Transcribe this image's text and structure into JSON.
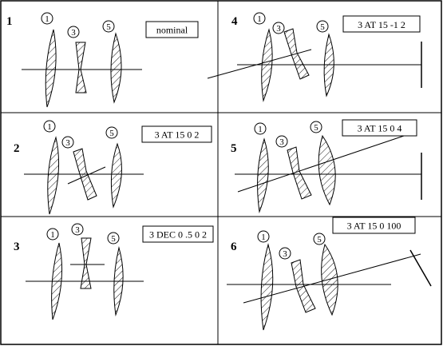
{
  "panels": [
    {
      "number": "1",
      "label": "nominal",
      "elements": [
        {
          "id": "1"
        },
        {
          "id": "3"
        },
        {
          "id": "5"
        }
      ]
    },
    {
      "number": "2",
      "label": "3 AT 15 0 2",
      "elements": [
        {
          "id": "1"
        },
        {
          "id": "3"
        },
        {
          "id": "5"
        }
      ]
    },
    {
      "number": "3",
      "label": "3 DEC 0 .5 0 2",
      "elements": [
        {
          "id": "1"
        },
        {
          "id": "3"
        },
        {
          "id": "5"
        }
      ]
    },
    {
      "number": "4",
      "label": "3 AT 15 -1 2",
      "elements": [
        {
          "id": "1"
        },
        {
          "id": "3"
        },
        {
          "id": "5"
        }
      ]
    },
    {
      "number": "5",
      "label": "3 AT 15 0 4",
      "elements": [
        {
          "id": "1"
        },
        {
          "id": "3"
        },
        {
          "id": "5"
        }
      ]
    },
    {
      "number": "6",
      "label": "3 AT 15 0 100",
      "elements": [
        {
          "id": "1"
        },
        {
          "id": "3"
        },
        {
          "id": "5"
        }
      ]
    }
  ],
  "colors": {
    "ink": "#000000",
    "paper": "#ffffff"
  }
}
